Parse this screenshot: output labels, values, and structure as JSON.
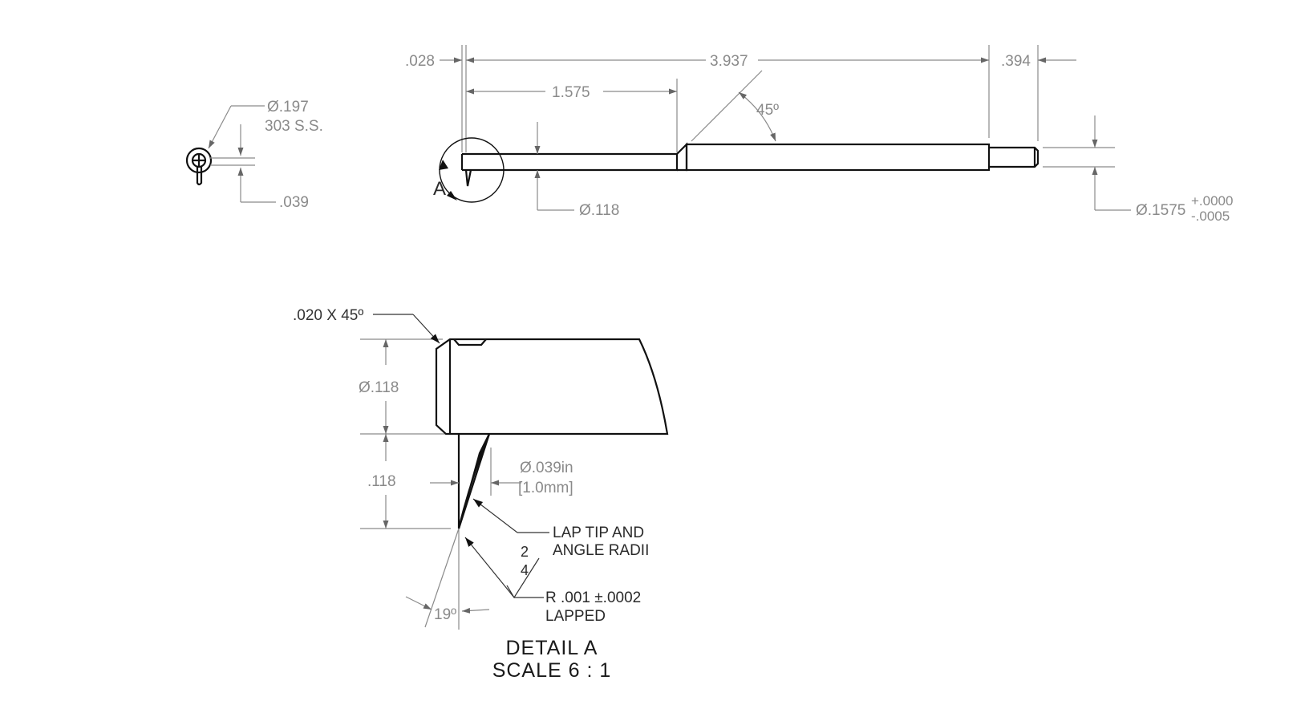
{
  "end_view": {
    "diameter_label": "Ø.197",
    "material_label": "303 S.S.",
    "offset_label": ".039"
  },
  "side_view": {
    "dim_tip": ".028",
    "dim_overall": "3.937",
    "dim_shoulder": ".394",
    "dim_neck_length": "1.575",
    "angle_label": "45º",
    "neck_diameter": "Ø.118",
    "shank_diameter": "Ø.1575",
    "shank_tol_plus": "+.0000",
    "shank_tol_minus": "-.0005",
    "detail_callout": "A"
  },
  "detail_view": {
    "chamfer_label": ".020 X 45º",
    "diameter_label": "Ø.118",
    "height_label": ".118",
    "tip_diameter_in": "Ø.039in",
    "tip_diameter_mm": "[1.0mm]",
    "note_line1": "LAP TIP AND",
    "note_line2": "ANGLE RADII",
    "finish_top": "2",
    "finish_bottom": "4",
    "radius_note": "R .001 ±.0002",
    "lapped_note": "LAPPED",
    "angle_label": "19º",
    "title": "DETAIL A",
    "scale": "SCALE 6 : 1"
  }
}
